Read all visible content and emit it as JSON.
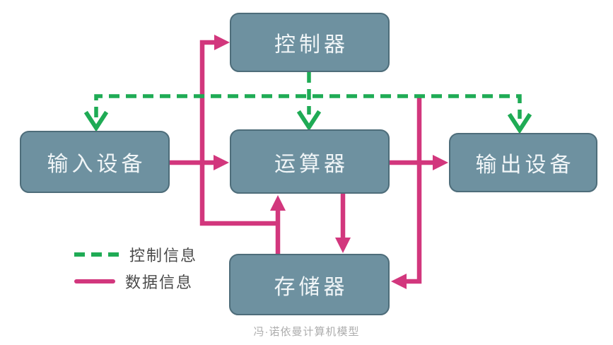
{
  "nodes": {
    "controller": "控制器",
    "input": "输入设备",
    "alu": "运算器",
    "output": "输出设备",
    "memory": "存储器"
  },
  "legend": {
    "control": "控制信息",
    "data": "数据信息"
  },
  "caption": "冯·诺依曼计算机模型",
  "colors": {
    "control-line": "#1fab55",
    "data-line": "#d2377d",
    "node-fill": "#6e91a0",
    "node-border": "#4e6d7a",
    "node-text": "#f0f5f7",
    "legend-text": "#4a4a4a",
    "caption-text": "#adadad",
    "background": "#ffffff"
  }
}
